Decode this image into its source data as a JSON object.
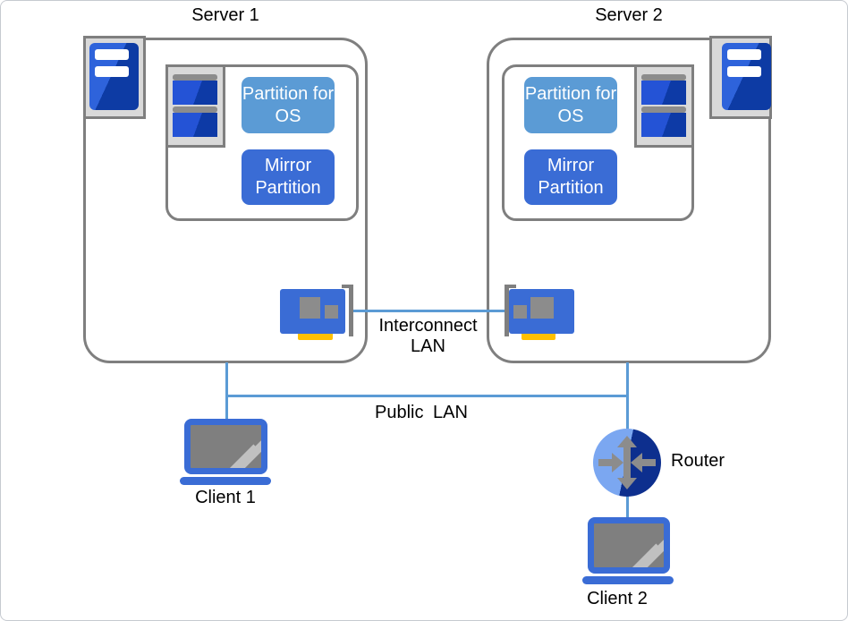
{
  "colors": {
    "box_border_gray": "#7f7f7f",
    "icon_tray_gray": "#d9d9d9",
    "chip_gray": "#8c8c8c",
    "light_blue": "#5b9bd5",
    "mid_blue": "#3a6cd5",
    "deep_blue": "#0d3aa6",
    "line_blue": "#5b9bd5",
    "nic_connector_yellow": "#ffc000",
    "router_light_blue": "#7ba7f1",
    "router_dark_blue": "#0d2f8e"
  },
  "servers": [
    {
      "title": "Server 1",
      "partitions": {
        "os": "Partition for OS",
        "mirror": "Mirror Partition"
      }
    },
    {
      "title": "Server 2",
      "partitions": {
        "os": "Partition for OS",
        "mirror": "Mirror Partition"
      }
    }
  ],
  "network": {
    "nic_label": "NIC",
    "interconnect_label": "Interconnect LAN",
    "public_lan_label": "Public LAN",
    "router_label": "Router"
  },
  "clients": [
    {
      "label": "Client 1"
    },
    {
      "label": "Client 2"
    }
  ]
}
